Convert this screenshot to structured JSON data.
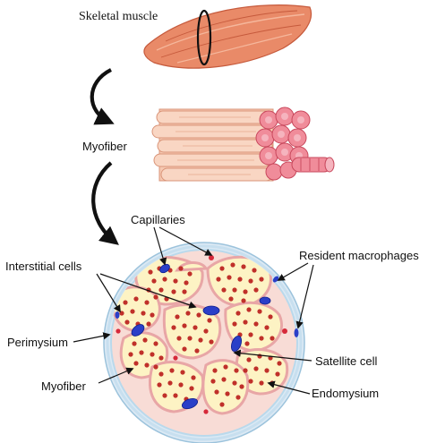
{
  "labels": {
    "skeletal_muscle": "Skeletal muscle",
    "myofiber_top": "Myofiber",
    "capillaries": "Capillaries",
    "interstitial_cells": "Interstitial cells",
    "resident_macrophages": "Resident macrophages",
    "perimysium": "Perimysium",
    "satellite_cell": "Satellite cell",
    "myofiber_bottom": "Myofiber",
    "endomysium": "Endomysium"
  },
  "colors": {
    "muscle": "#e98a68",
    "muscle_dark": "#c65a3c",
    "bundle": "#f6c9b2",
    "bundle_end": "#f08c9a",
    "cross_section_bg": "#f8dcd6",
    "fiber_fill": "#fdf3c4",
    "myofibril_dots": "#c0302a",
    "nucleus": "#2a3fc8",
    "sheath": "#b9d9ec",
    "accent_red": "#d6293a"
  }
}
